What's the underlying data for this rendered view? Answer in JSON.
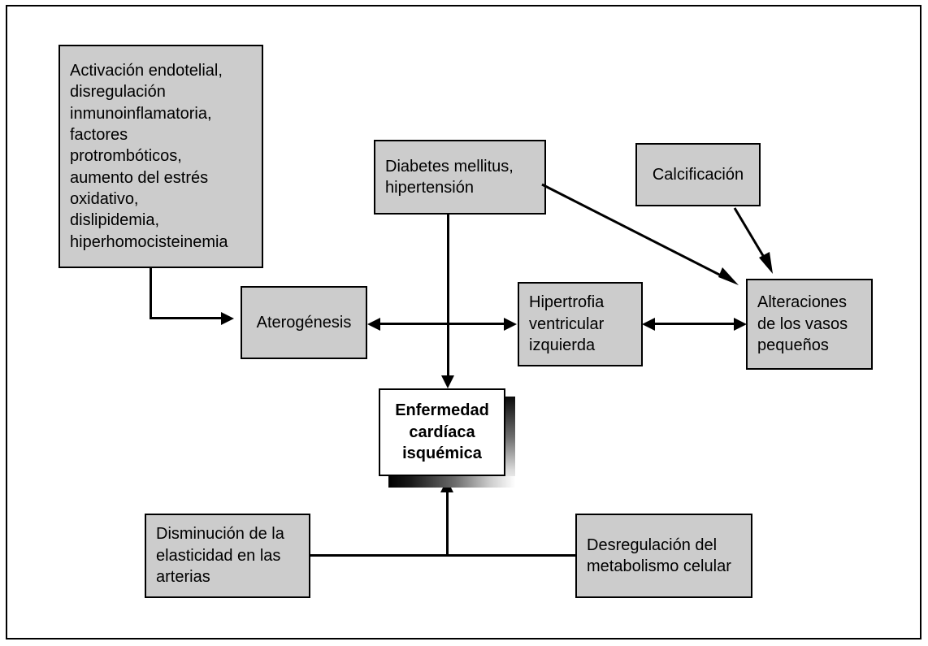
{
  "diagram": {
    "type": "flowchart",
    "title": "",
    "background_color": "#ffffff",
    "frame_color": "#000000",
    "node_fill_color": "#cccccc",
    "node_border_color": "#000000",
    "emphasis_fill_color": "#ffffff",
    "nodes": [
      {
        "id": "risk-factors",
        "label": "Activación endotelial,\ndisregulación\ninmunoinflamatoria,\nfactores\nprotrombóticos,\naumento del estrés\noxidativo,\ndislipidemia,\nhiperhomocisteinemia",
        "style": "gray"
      },
      {
        "id": "diabetes-hypertension",
        "label": "Diabetes mellitus,\nhipertensión",
        "style": "gray"
      },
      {
        "id": "calcification",
        "label": "Calcificación",
        "style": "gray"
      },
      {
        "id": "atherogenesis",
        "label": "Aterogénesis",
        "style": "gray"
      },
      {
        "id": "left-ventricular-hypertrophy",
        "label": "Hipertrofia\nventricular\nizquierda",
        "style": "gray"
      },
      {
        "id": "small-vessel-alterations",
        "label": "Alteraciones\nde los vasos\npequeños",
        "style": "gray"
      },
      {
        "id": "ischemic-heart-disease",
        "label": "Enfermedad\ncardíaca\nisquémica",
        "style": "emphasis-white-bold-shadow"
      },
      {
        "id": "arterial-elasticity-decrease",
        "label": "Disminución de la\nelasticidad en las\narterias",
        "style": "gray"
      },
      {
        "id": "cell-metabolism-dysregulation",
        "label": "Desregulación del\nmetabolismo celular",
        "style": "gray"
      }
    ],
    "edges": [
      {
        "from": "risk-factors",
        "to": "atherogenesis",
        "kind": "elbow-arrow"
      },
      {
        "from": "diabetes-hypertension",
        "to": "ischemic-heart-disease",
        "kind": "straight-arrow-down"
      },
      {
        "from": "diabetes-hypertension",
        "to": "small-vessel-alterations",
        "kind": "diagonal-arrow"
      },
      {
        "from": "calcification",
        "to": "small-vessel-alterations",
        "kind": "diagonal-arrow"
      },
      {
        "from": "atherogenesis",
        "to": "left-ventricular-hypertrophy",
        "kind": "double-arrow"
      },
      {
        "from": "left-ventricular-hypertrophy",
        "to": "small-vessel-alterations",
        "kind": "double-arrow"
      },
      {
        "from": "arterial-elasticity-decrease",
        "to": "ischemic-heart-disease",
        "kind": "elbow-arrow-up"
      },
      {
        "from": "cell-metabolism-dysregulation",
        "to": "ischemic-heart-disease",
        "kind": "elbow-arrow-up"
      }
    ]
  }
}
